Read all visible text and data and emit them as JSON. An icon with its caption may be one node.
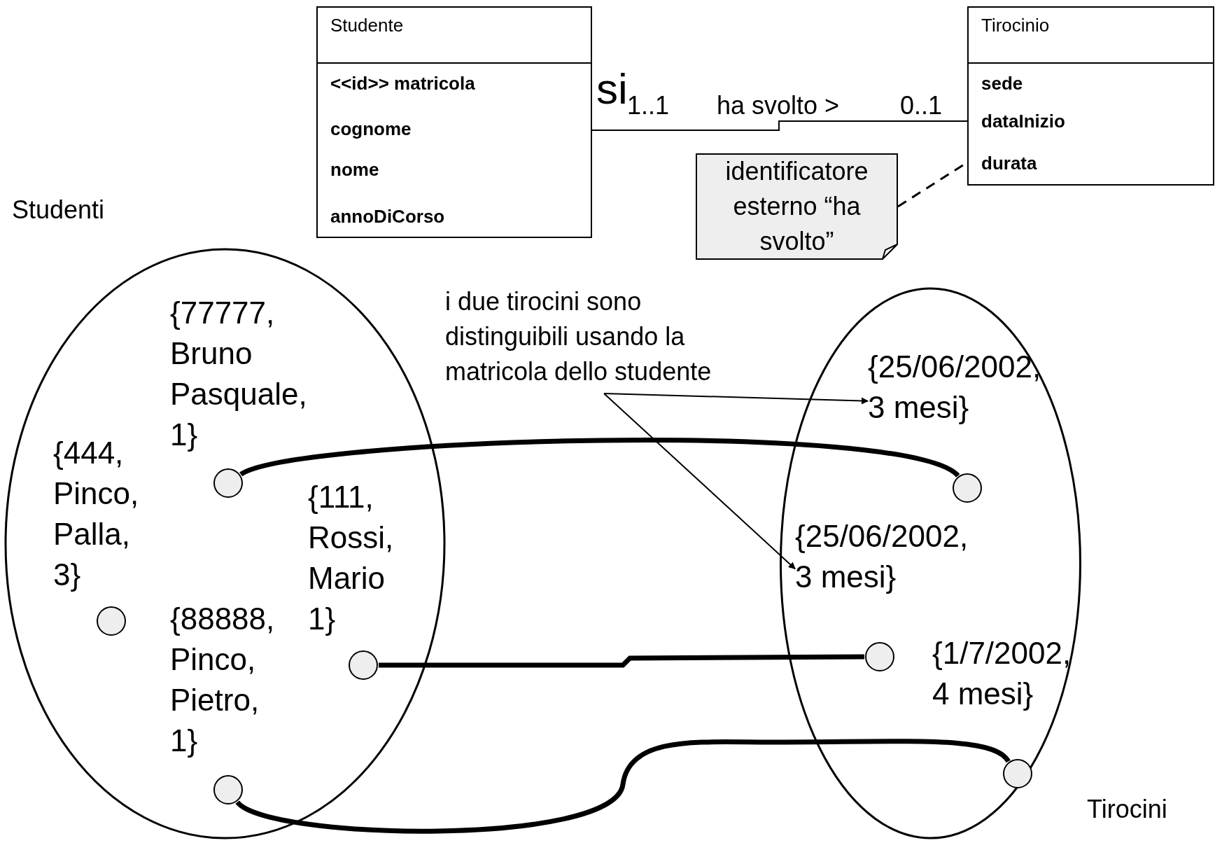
{
  "diagram": {
    "nodes": [
      {
        "text": [
          "Studente",
          "<<id>> matricola",
          "cognome",
          "nome",
          "annoDiCorso"
        ]
      },
      {
        "text": [
          "Tirocinio",
          "sede",
          "dataInizio",
          "durata"
        ]
      },
      {
        "text": [
          "identificatore esterno “ha svolto”"
        ]
      },
      {
        "text": [
          "Studenti"
        ]
      },
      {
        "text": [
          "{77777, Bruno Pasquale, 1}"
        ],
        "in": 3
      },
      {
        "text": [
          "{444, Pinco, Palla, 3}"
        ],
        "in": 3
      },
      {
        "text": [],
        "shape": "circle",
        "in": 3
      },
      {
        "text": [
          "{111, Rossi, Mario 1}"
        ],
        "in": 3
      },
      {
        "text": [],
        "shape": "circle",
        "in": 3
      },
      {
        "text": [
          "{88888, Pinco, Pietro, 1}"
        ],
        "in": 3
      },
      {
        "text": [],
        "shape": "circle",
        "in": 3
      },
      {
        "text": [],
        "shape": "circle",
        "in": 3
      },
      {
        "text": [
          "i due tirocini sono distinguibili usando la matricola dello studente"
        ]
      },
      {
        "text": [
          "Tirocini"
        ]
      },
      {
        "text": [
          "{25/06/2002, 3 mesi}"
        ],
        "in": 13
      },
      {
        "text": [],
        "shape": "circle",
        "in": 13
      },
      {
        "text": [
          "{25/06/2002, 3 mesi}"
        ],
        "in": 13
      },
      {
        "text": [],
        "shape": "circle",
        "in": 13
      },
      {
        "text": [
          "{1/7/2002, 4 mesi}"
        ],
        "in": 13
      },
      {
        "text": [],
        "shape": "circle",
        "in": 13
      }
    ],
    "edges": [
      {
        "from": 0,
        "to": 1,
        "arrow": "none",
        "label": "ha svolto >"
      },
      {
        "from": 2,
        "to": 1,
        "arrow": "none",
        "style": "dashed"
      },
      {
        "from": 12,
        "to": 14,
        "arrow": "to"
      },
      {
        "from": 12,
        "to": 16,
        "arrow": "to"
      },
      {
        "from": 6,
        "to": 15,
        "arrow": "none",
        "style": "thick"
      },
      {
        "from": 10,
        "to": 17,
        "arrow": "none",
        "style": "thick"
      },
      {
        "from": 11,
        "to": 19,
        "arrow": "none",
        "style": "thick"
      }
    ],
    "labels": [
      "si",
      "1..1",
      "0..1"
    ]
  }
}
